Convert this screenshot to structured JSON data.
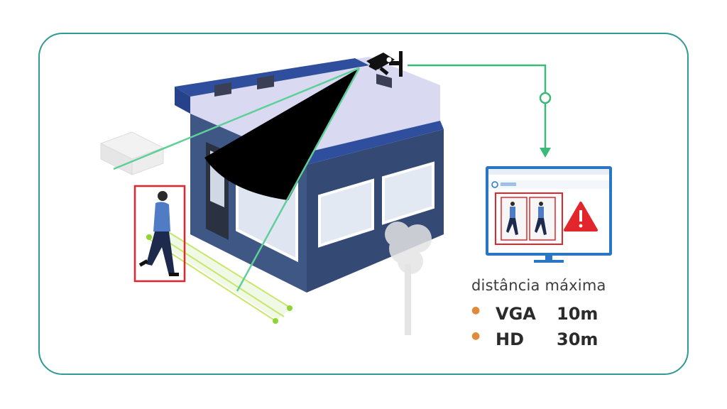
{
  "caption": {
    "title": "distância máxima",
    "specs": [
      {
        "label": "VGA",
        "value": "10m"
      },
      {
        "label": "HD",
        "value": "30m"
      }
    ]
  },
  "colors": {
    "frame": "#2e9a92",
    "connector": "#3cb878",
    "alert": "#e3262c",
    "detection_box": "#e3262c",
    "building_front": "#3f5785",
    "building_side": "#344a75",
    "building_roof": "#2f4f9e",
    "bullet": "#e08a3c"
  },
  "icons": [
    "cctv-camera-icon",
    "warning-icon",
    "tree-icon",
    "person-icon"
  ]
}
